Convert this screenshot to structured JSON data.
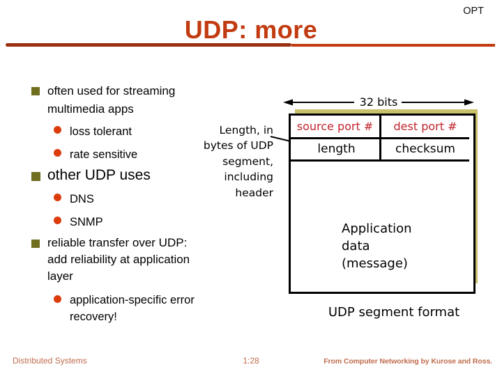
{
  "slide": {
    "opt_label": "OPT",
    "title": "UDP: more"
  },
  "content": {
    "item1": "often used for streaming\nmultimedia apps",
    "item1_sub1": "loss tolerant",
    "item1_sub2": "rate sensitive",
    "item2": "other UDP uses",
    "item2_sub1": "DNS",
    "item2_sub2": "SNMP",
    "item3": "reliable transfer over UDP:\nadd reliability at application\nlayer",
    "item3_sub1": "application-specific error\nrecovery!"
  },
  "diagram": {
    "bits_label": "32 bits",
    "length_note": "Length, in\nbytes of UDP\nsegment,\nincluding\nheader",
    "source_port": "source port #",
    "dest_port": "dest port #",
    "length": "length",
    "checksum": "checksum",
    "application_data": "Application\ndata\n(message)",
    "caption": "UDP segment format"
  },
  "footer": {
    "course": "Distributed Systems",
    "page": "1:28",
    "credit": "From Computer Networking by Kurose and Ross."
  },
  "colors": {
    "title_red": "#c23b10",
    "rule_dark_red": "#9a2f10",
    "bullet_olive": "#6f6f1f",
    "bullet_red": "#dc3c0c",
    "header_cell_red": "#c2242e",
    "shadow_khaki": "#c9c06a",
    "footer_red": "#bf6b4b"
  }
}
